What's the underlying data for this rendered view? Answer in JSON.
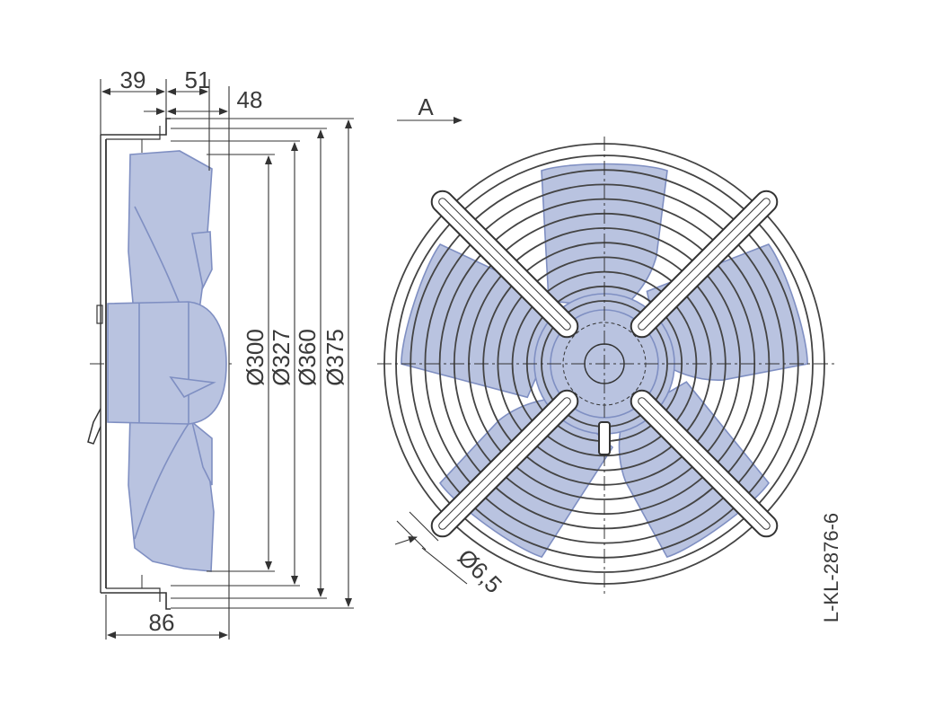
{
  "side_view": {
    "dim_39": "39",
    "dim_51": "51",
    "dim_48": "48",
    "dim_86": "86",
    "dia_300": "Ø300",
    "dia_327": "Ø327",
    "dia_360": "Ø360",
    "dia_375": "Ø375"
  },
  "front_view": {
    "view_arrow_label": "A",
    "hole_label": "Ø6,5",
    "blade_count": 5,
    "guard_rings": 11
  },
  "drawing_code": "L-KL-2876-6",
  "colors": {
    "blade_fill": "#b9c3e0",
    "blade_stroke": "#7f8fc2",
    "line": "#333333",
    "background": "#ffffff"
  }
}
